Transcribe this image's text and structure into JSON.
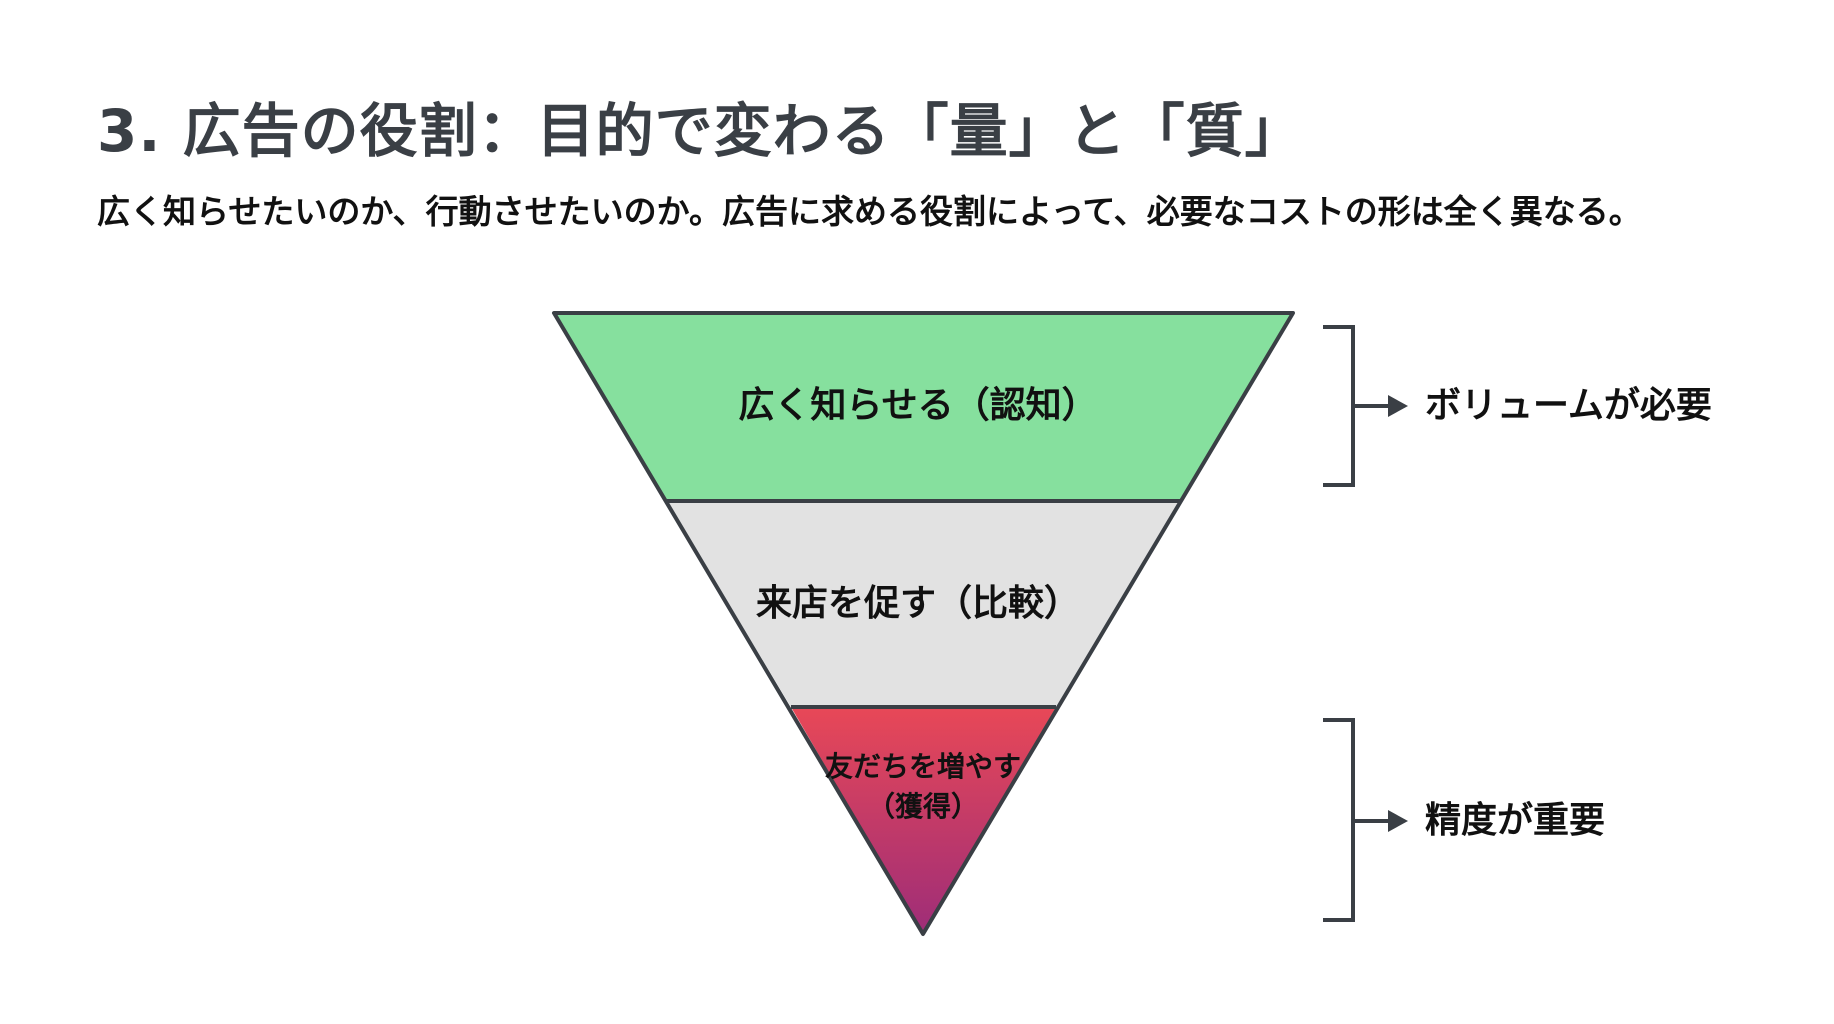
{
  "title": "3. 広告の役割：目的で変わる「量」と「質」",
  "subtitle": "広く知らせたいのか、行動させたいのか。広告に求める役割によって、必要なコストの形は全く異なる。",
  "funnel": {
    "levels": [
      {
        "label": "広く知らせる（認知）",
        "color": "#86e09e"
      },
      {
        "label": "来店を促す（比較）",
        "color": "#e2e2e2"
      },
      {
        "label_line1": "友だちを増やす",
        "label_line2": "（獲得）",
        "color_top": "#e84857",
        "color_bottom": "#9e2d78"
      }
    ],
    "outline_color": "#3a3f45"
  },
  "annotations": {
    "top": "ボリュームが必要",
    "bottom": "精度が重要"
  }
}
